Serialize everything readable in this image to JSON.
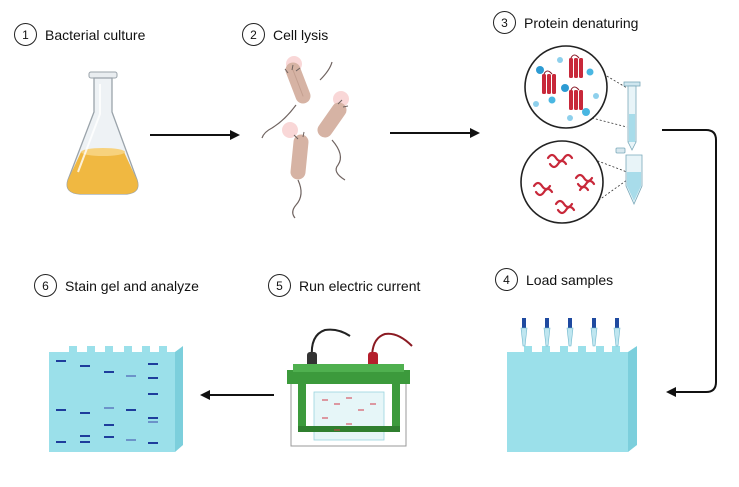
{
  "steps": [
    {
      "number": "1",
      "label": "Bacterial culture"
    },
    {
      "number": "2",
      "label": "Cell lysis"
    },
    {
      "number": "3",
      "label": "Protein denaturing"
    },
    {
      "number": "4",
      "label": "Load samples"
    },
    {
      "number": "5",
      "label": "Run electric current"
    },
    {
      "number": "6",
      "label": "Stain gel and analyze"
    }
  ],
  "colors": {
    "culture": "#f0b841",
    "cell": "#d6b3a4",
    "gel": "#9be0ea",
    "protein": "#c8283a",
    "band": "#1e3d9c",
    "apparatus": "#3c9a3c"
  }
}
